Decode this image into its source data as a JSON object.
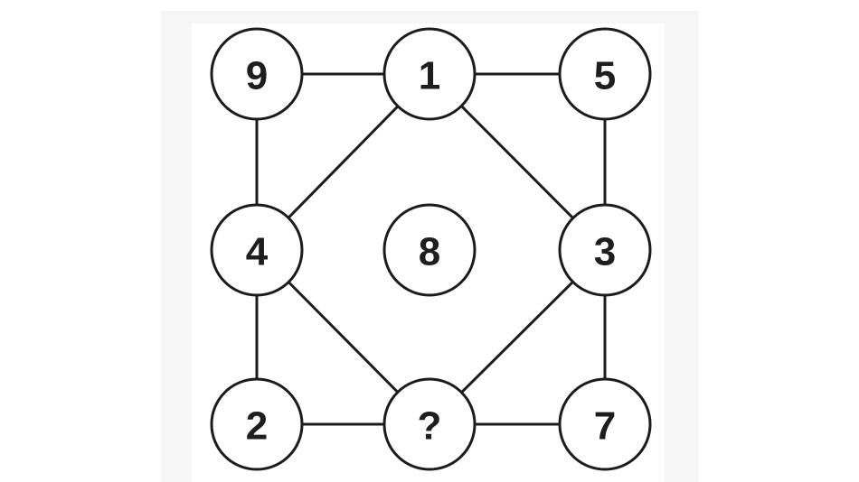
{
  "puzzle": {
    "nodes": [
      {
        "id": "top-left",
        "label": "9"
      },
      {
        "id": "top-center",
        "label": "1"
      },
      {
        "id": "top-right",
        "label": "5"
      },
      {
        "id": "middle-left",
        "label": "4"
      },
      {
        "id": "center",
        "label": "8"
      },
      {
        "id": "middle-right",
        "label": "3"
      },
      {
        "id": "bottom-left",
        "label": "2"
      },
      {
        "id": "bottom-center",
        "label": "?"
      },
      {
        "id": "bottom-right",
        "label": "7"
      }
    ],
    "edges": [
      [
        "top-left",
        "top-center"
      ],
      [
        "top-center",
        "top-right"
      ],
      [
        "top-left",
        "middle-left"
      ],
      [
        "top-right",
        "middle-right"
      ],
      [
        "top-center",
        "middle-left"
      ],
      [
        "top-center",
        "middle-right"
      ],
      [
        "middle-left",
        "bottom-center"
      ],
      [
        "middle-right",
        "bottom-center"
      ],
      [
        "middle-left",
        "bottom-left"
      ],
      [
        "middle-right",
        "bottom-right"
      ],
      [
        "bottom-left",
        "bottom-center"
      ],
      [
        "bottom-center",
        "bottom-right"
      ]
    ],
    "colors": {
      "stroke": "#1c1c1c",
      "text": "#1e1e1e",
      "background": "#ffffff"
    }
  }
}
